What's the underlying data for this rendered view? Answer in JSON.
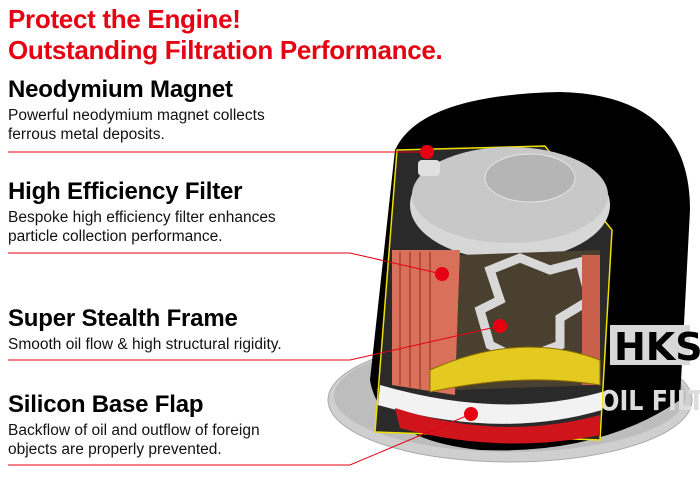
{
  "headline": {
    "line1": "Protect the Engine!",
    "line2": "Outstanding Filtration Performance."
  },
  "features": [
    {
      "title": "Neodymium Magnet",
      "line1": "Powerful neodymium magnet collects",
      "line2": "ferrous metal deposits."
    },
    {
      "title": "High Efficiency Filter",
      "line1": "Bespoke high efficiency filter enhances",
      "line2": "particle collection performance."
    },
    {
      "title": "Super Stealth Frame",
      "line1": "Smooth oil flow & high structural rigidity.",
      "line2": ""
    },
    {
      "title": "Silicon Base Flap",
      "line1": "Backflow of oil and outflow of foreign",
      "line2": "objects are properly prevented."
    }
  ],
  "product_logo": {
    "brand": "HKS",
    "label": "OIL FILTER"
  },
  "colors": {
    "accent": "#e60012",
    "callout_line": "#e60012",
    "cutaway_outline": "#f0e000",
    "body": "#000000",
    "filter_media": "#d9705a",
    "base_flap": "#d0141c"
  }
}
